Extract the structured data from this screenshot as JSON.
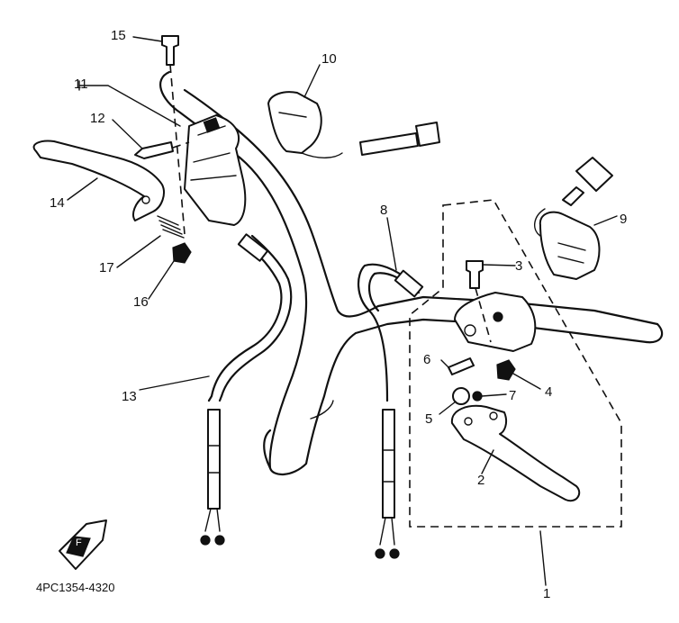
{
  "callouts": {
    "c1": "1",
    "c2": "2",
    "c3": "3",
    "c4": "4",
    "c5": "5",
    "c6": "6",
    "c7": "7",
    "c8": "8",
    "c9": "9",
    "c10": "10",
    "c11": "11",
    "c12": "12",
    "c13": "13",
    "c14": "14",
    "c15": "15",
    "c16": "16",
    "c17": "17"
  },
  "catalog_number": "4PC1354-4320",
  "front_arrow_label": "F"
}
